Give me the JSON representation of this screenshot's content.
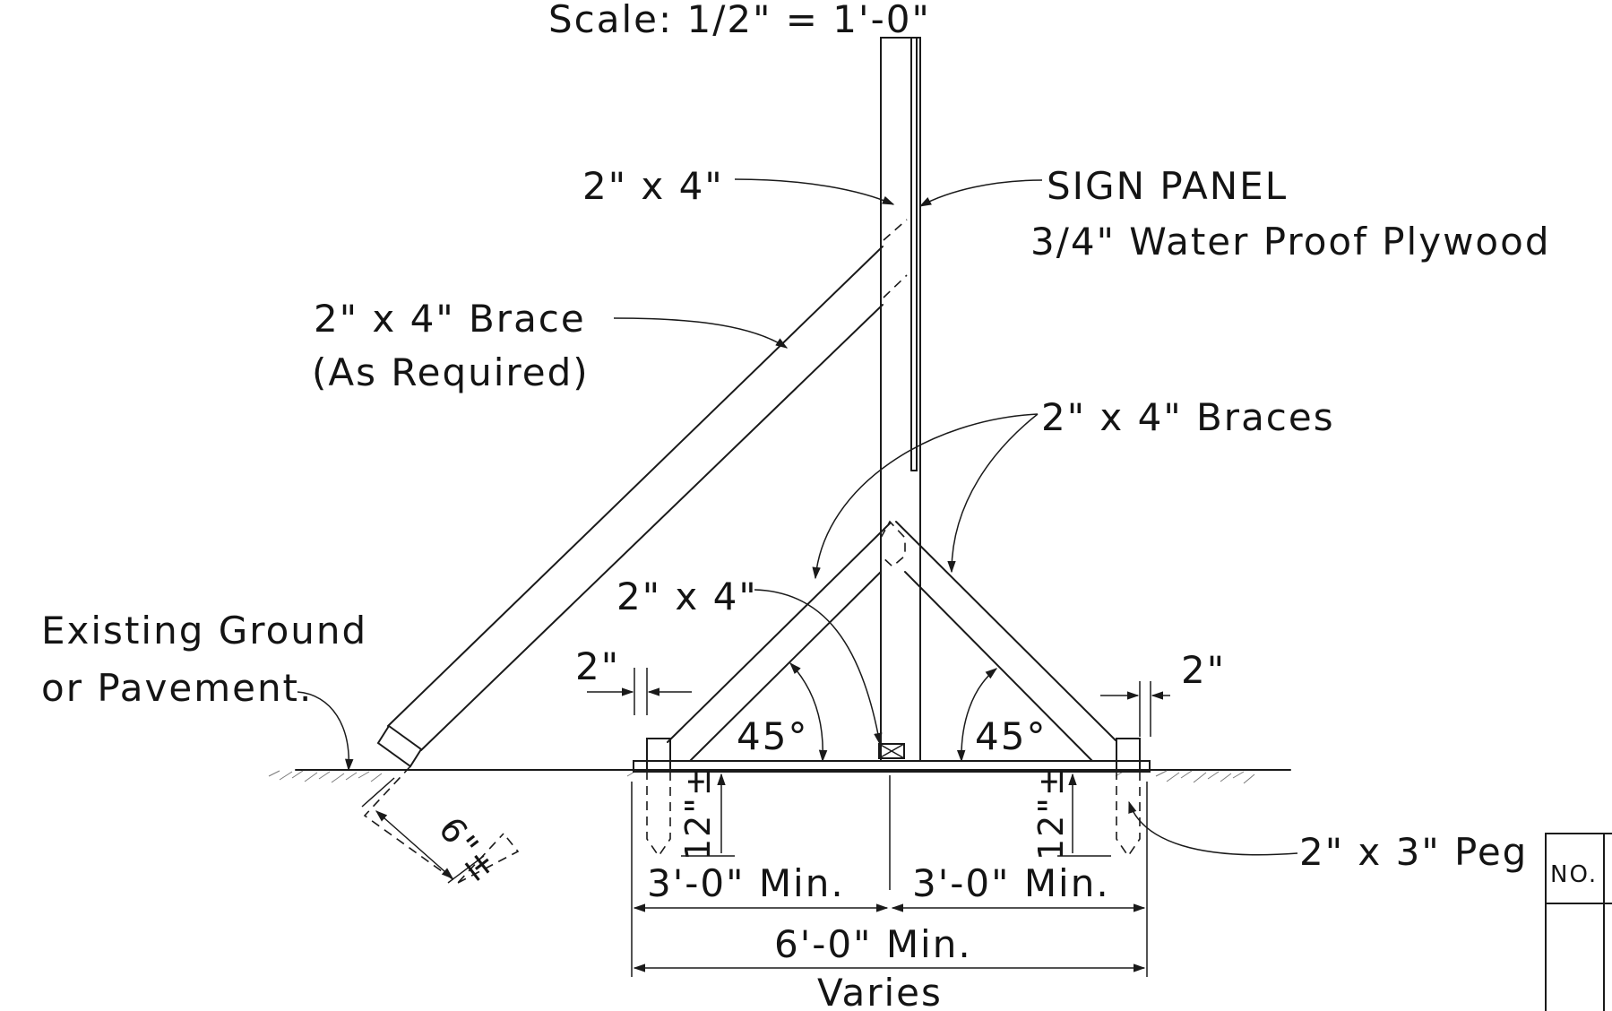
{
  "scale_label": "Scale: 1/2\" = 1'-0\"",
  "labels": {
    "post_2x4_top": "2\" x 4\"",
    "sign_panel": "SIGN  PANEL",
    "plywood": "3/4\"  Water  Proof  Plywood",
    "brace_line1": "2\"  x  4\"  Brace",
    "brace_line2": "(As  Required)",
    "braces": "2\"  x  4\"  Braces",
    "post_2x4_mid": "2\" x 4\"",
    "ground_line1": "Existing  Ground",
    "ground_line2": "or  Pavement.",
    "gap_left": "2\"",
    "gap_right": "2\"",
    "angle_left": "45°",
    "angle_right": "45°",
    "depth_left": "12\"±",
    "depth_right": "12\"±",
    "brace_depth": "6\"±",
    "peg": "2\"  x  3\"  Peg",
    "dim_left": "3'-0\"  Min.",
    "dim_right": "3'-0\"  Min.",
    "dim_total": "6'-0\"  Min.",
    "varies": "Varies",
    "table_no": "NO."
  }
}
